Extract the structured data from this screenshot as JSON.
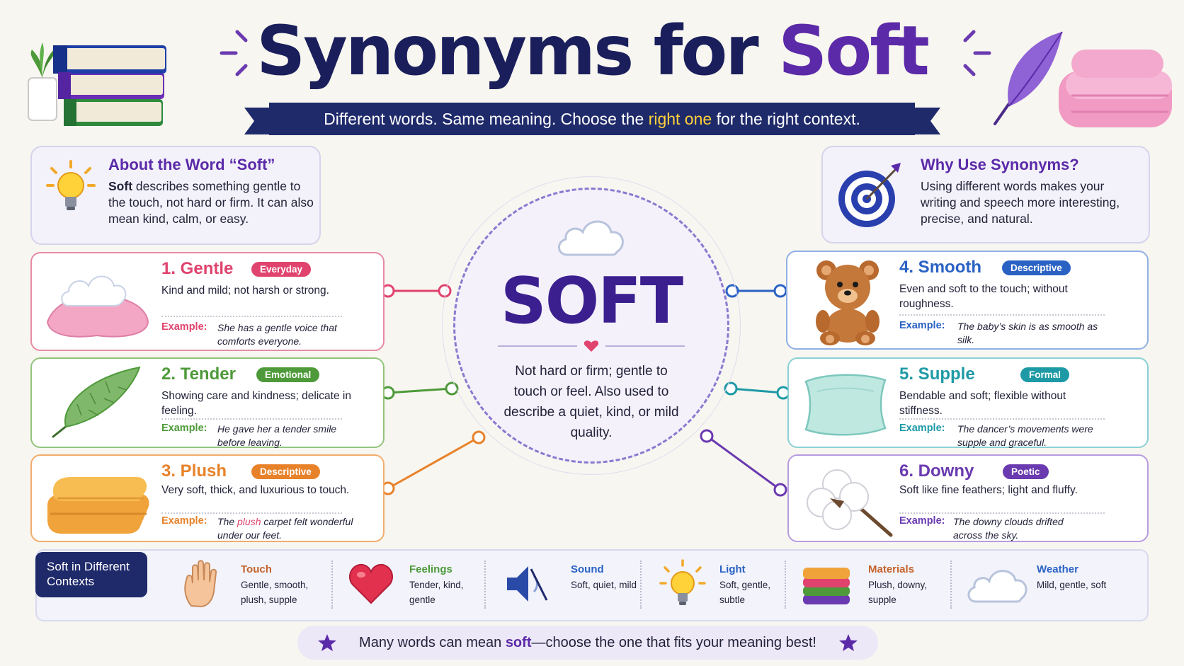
{
  "header": {
    "title_main": "Synonyms for",
    "title_accent": "Soft",
    "ribbon_before": "Different words. Same meaning. Choose the",
    "ribbon_highlight": "right one",
    "ribbon_after": "for the right context."
  },
  "about": {
    "heading": "About the Word “Soft”",
    "lead": "Soft",
    "body": " describes something gentle to the touch, not hard or firm. It can also mean kind, calm, or easy."
  },
  "why": {
    "heading": "Why Use Synonyms?",
    "body": "Using different words makes your writing and speech more interesting, precise, and natural."
  },
  "center": {
    "word": "SOFT",
    "definition": "Not hard or firm; gentle to touch or feel. Also used to describe a quiet, kind, or mild quality."
  },
  "example_label": "Example:",
  "synonyms": [
    {
      "word": "1. Gentle",
      "tag": "Everyday",
      "definition": "Kind and mild; not harsh or strong.",
      "example": "She has a gentle voice that comforts everyone.",
      "color": "#e0436e",
      "icon": "pillow-with-cloud-icon"
    },
    {
      "word": "2. Tender",
      "tag": "Emotional",
      "definition": "Showing care and kindness; delicate in feeling.",
      "example": "He gave her a tender smile before leaving.",
      "color": "#4e9a3a",
      "icon": "feather-icon"
    },
    {
      "word": "3. Plush",
      "tag": "Descriptive",
      "definition": "Very soft, thick, and luxurious to touch.",
      "example_pre": "The ",
      "example_hl": "plush",
      "example_post": " carpet felt wonderful under our feet.",
      "color": "#e8822a",
      "icon": "folded-blanket-icon"
    },
    {
      "word": "4. Smooth",
      "tag": "Descriptive",
      "definition": "Even and soft to the touch; without roughness.",
      "example": "The baby’s skin is as smooth as silk.",
      "color": "#2a62c4",
      "icon": "teddy-bear-icon"
    },
    {
      "word": "5. Supple",
      "tag": "Formal",
      "definition": "Bendable and soft; flexible without stiffness.",
      "example": "The dancer’s movements were supple and graceful.",
      "color": "#1e9aa6",
      "icon": "pillow-icon"
    },
    {
      "word": "6. Downy",
      "tag": "Poetic",
      "definition": "Soft like fine feathers; light and fluffy.",
      "example": "The downy clouds drifted across the sky.",
      "color": "#6a3ab0",
      "icon": "cotton-icon"
    }
  ],
  "contexts": {
    "heading": "Soft in Different Contexts",
    "items": [
      {
        "title": "Touch",
        "desc": "Gentle, smooth, plush, supple",
        "icon": "hand-icon"
      },
      {
        "title": "Feelings",
        "desc": "Tender, kind, gentle",
        "icon": "heart-icon"
      },
      {
        "title": "Sound",
        "desc": "Soft, quiet, mild",
        "icon": "speaker-low-icon"
      },
      {
        "title": "Light",
        "desc": "Soft, gentle, subtle",
        "icon": "lightbulb-icon"
      },
      {
        "title": "Materials",
        "desc": "Plush, downy, supple",
        "icon": "fabric-stack-icon"
      },
      {
        "title": "Weather",
        "desc": "Mild, gentle, soft",
        "icon": "cloud-icon"
      }
    ]
  },
  "footer": {
    "before": "Many words can mean ",
    "highlight": "soft",
    "after": "—choose the one that fits your meaning best!"
  }
}
